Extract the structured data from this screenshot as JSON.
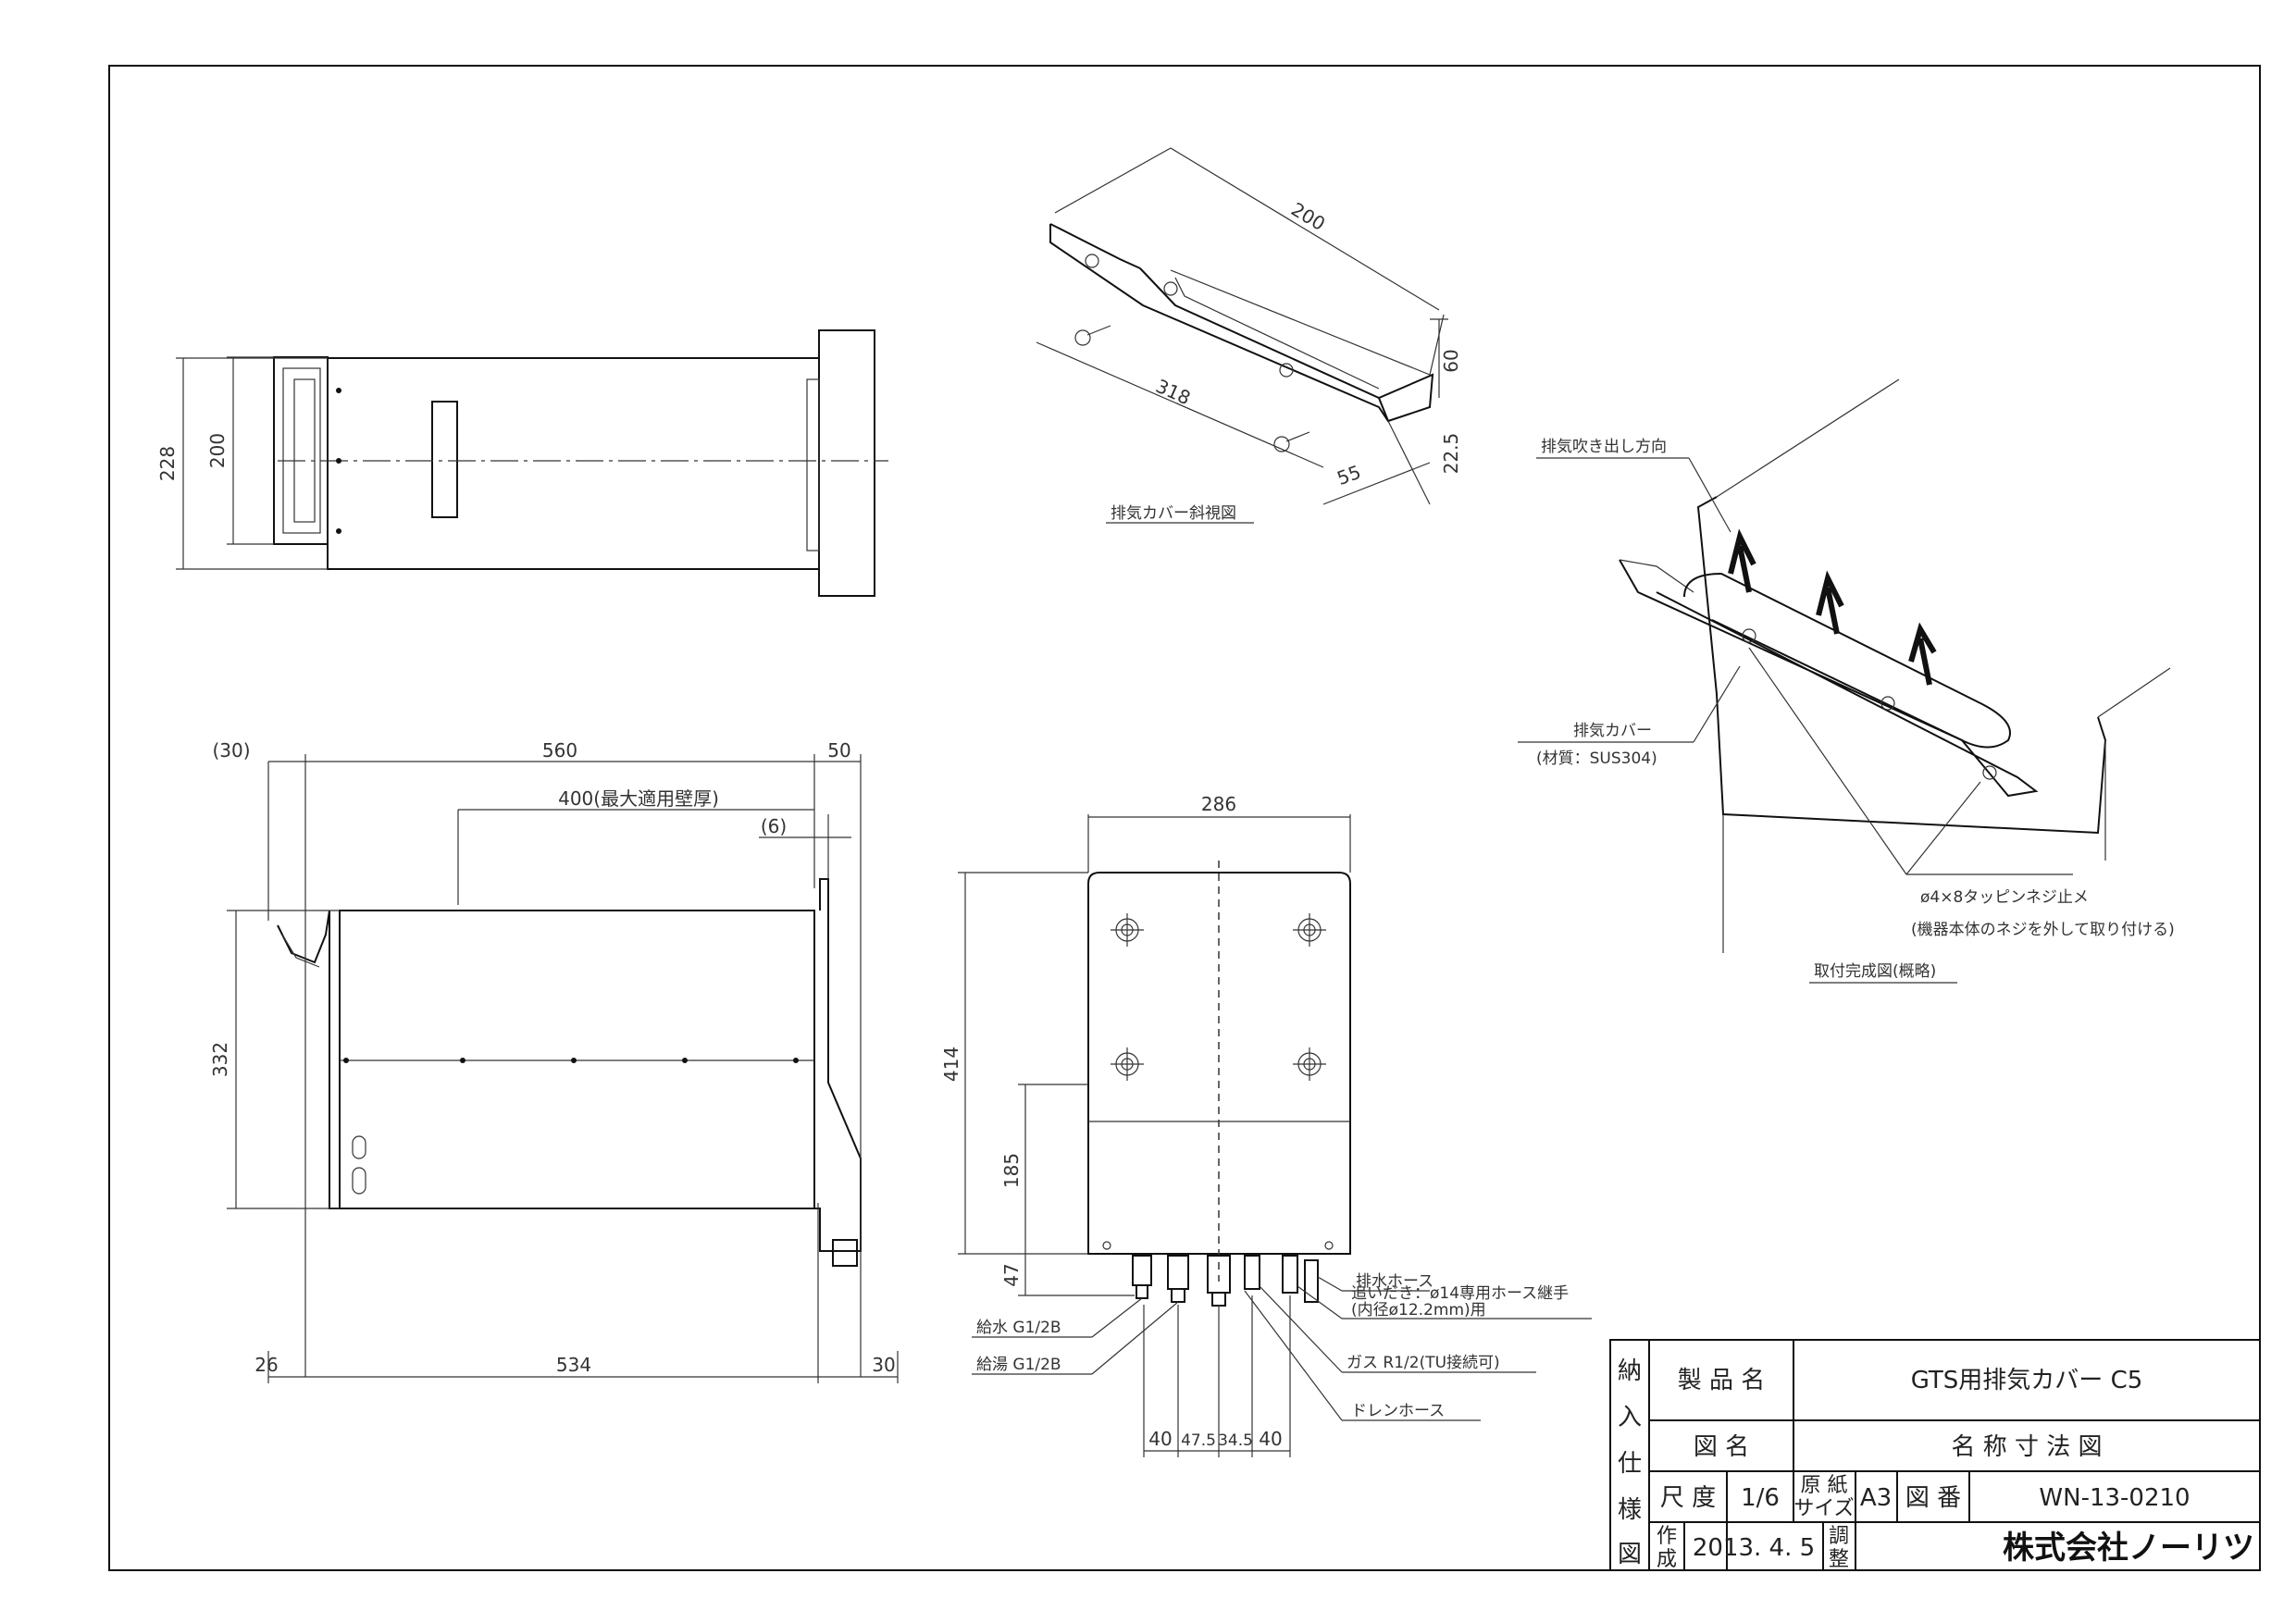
{
  "views": {
    "top": {
      "dims": [
        "228",
        "200"
      ]
    },
    "side": {
      "dims": [
        "(30)",
        "560",
        "50",
        "400(最大適用壁厚)",
        "(6)",
        "332",
        "26",
        "534",
        "30"
      ]
    },
    "front": {
      "dims": [
        "286",
        "414",
        "185",
        "47",
        "40",
        "47.5",
        "34.5",
        "40"
      ],
      "labels": [
        "排水ホース",
        "追いだき：ø14専用ホース継手",
        "(内径ø12.2mm)用",
        "給水 G1/2B",
        "給湯 G1/2B",
        "ガス R1/2(TU接続可)",
        "ドレンホース"
      ]
    },
    "iso": {
      "dims": [
        "200",
        "318",
        "60",
        "22.5",
        "55"
      ],
      "caption": "排気カバー斜視図"
    },
    "install": {
      "labels": [
        "排気吹き出し方向",
        "排気カバー",
        "(材質：SUS304)",
        "ø4×8タッピンネジ止メ",
        "(機器本体のネジを外して取り付ける)"
      ],
      "caption": "取付完成図(概略)"
    }
  },
  "title_block": {
    "vertical_label": [
      "納",
      "入",
      "仕",
      "様",
      "図"
    ],
    "product_name_label": "製 品 名",
    "product_name": "GTS用排気カバー C5",
    "drawing_name_label": "図 名",
    "drawing_name": "名 称 寸 法 図",
    "scale_label": "尺 度",
    "scale": "1/6",
    "paper_label": [
      "原 紙",
      "サイズ"
    ],
    "paper_size": "A3",
    "drawing_no_label": "図 番",
    "drawing_no": "WN-13-0210",
    "created_label": [
      "作",
      "成"
    ],
    "created_date": "2013. 4. 5",
    "adjusted_label": [
      "調",
      "整"
    ],
    "company": "株式会社ノーリツ"
  }
}
